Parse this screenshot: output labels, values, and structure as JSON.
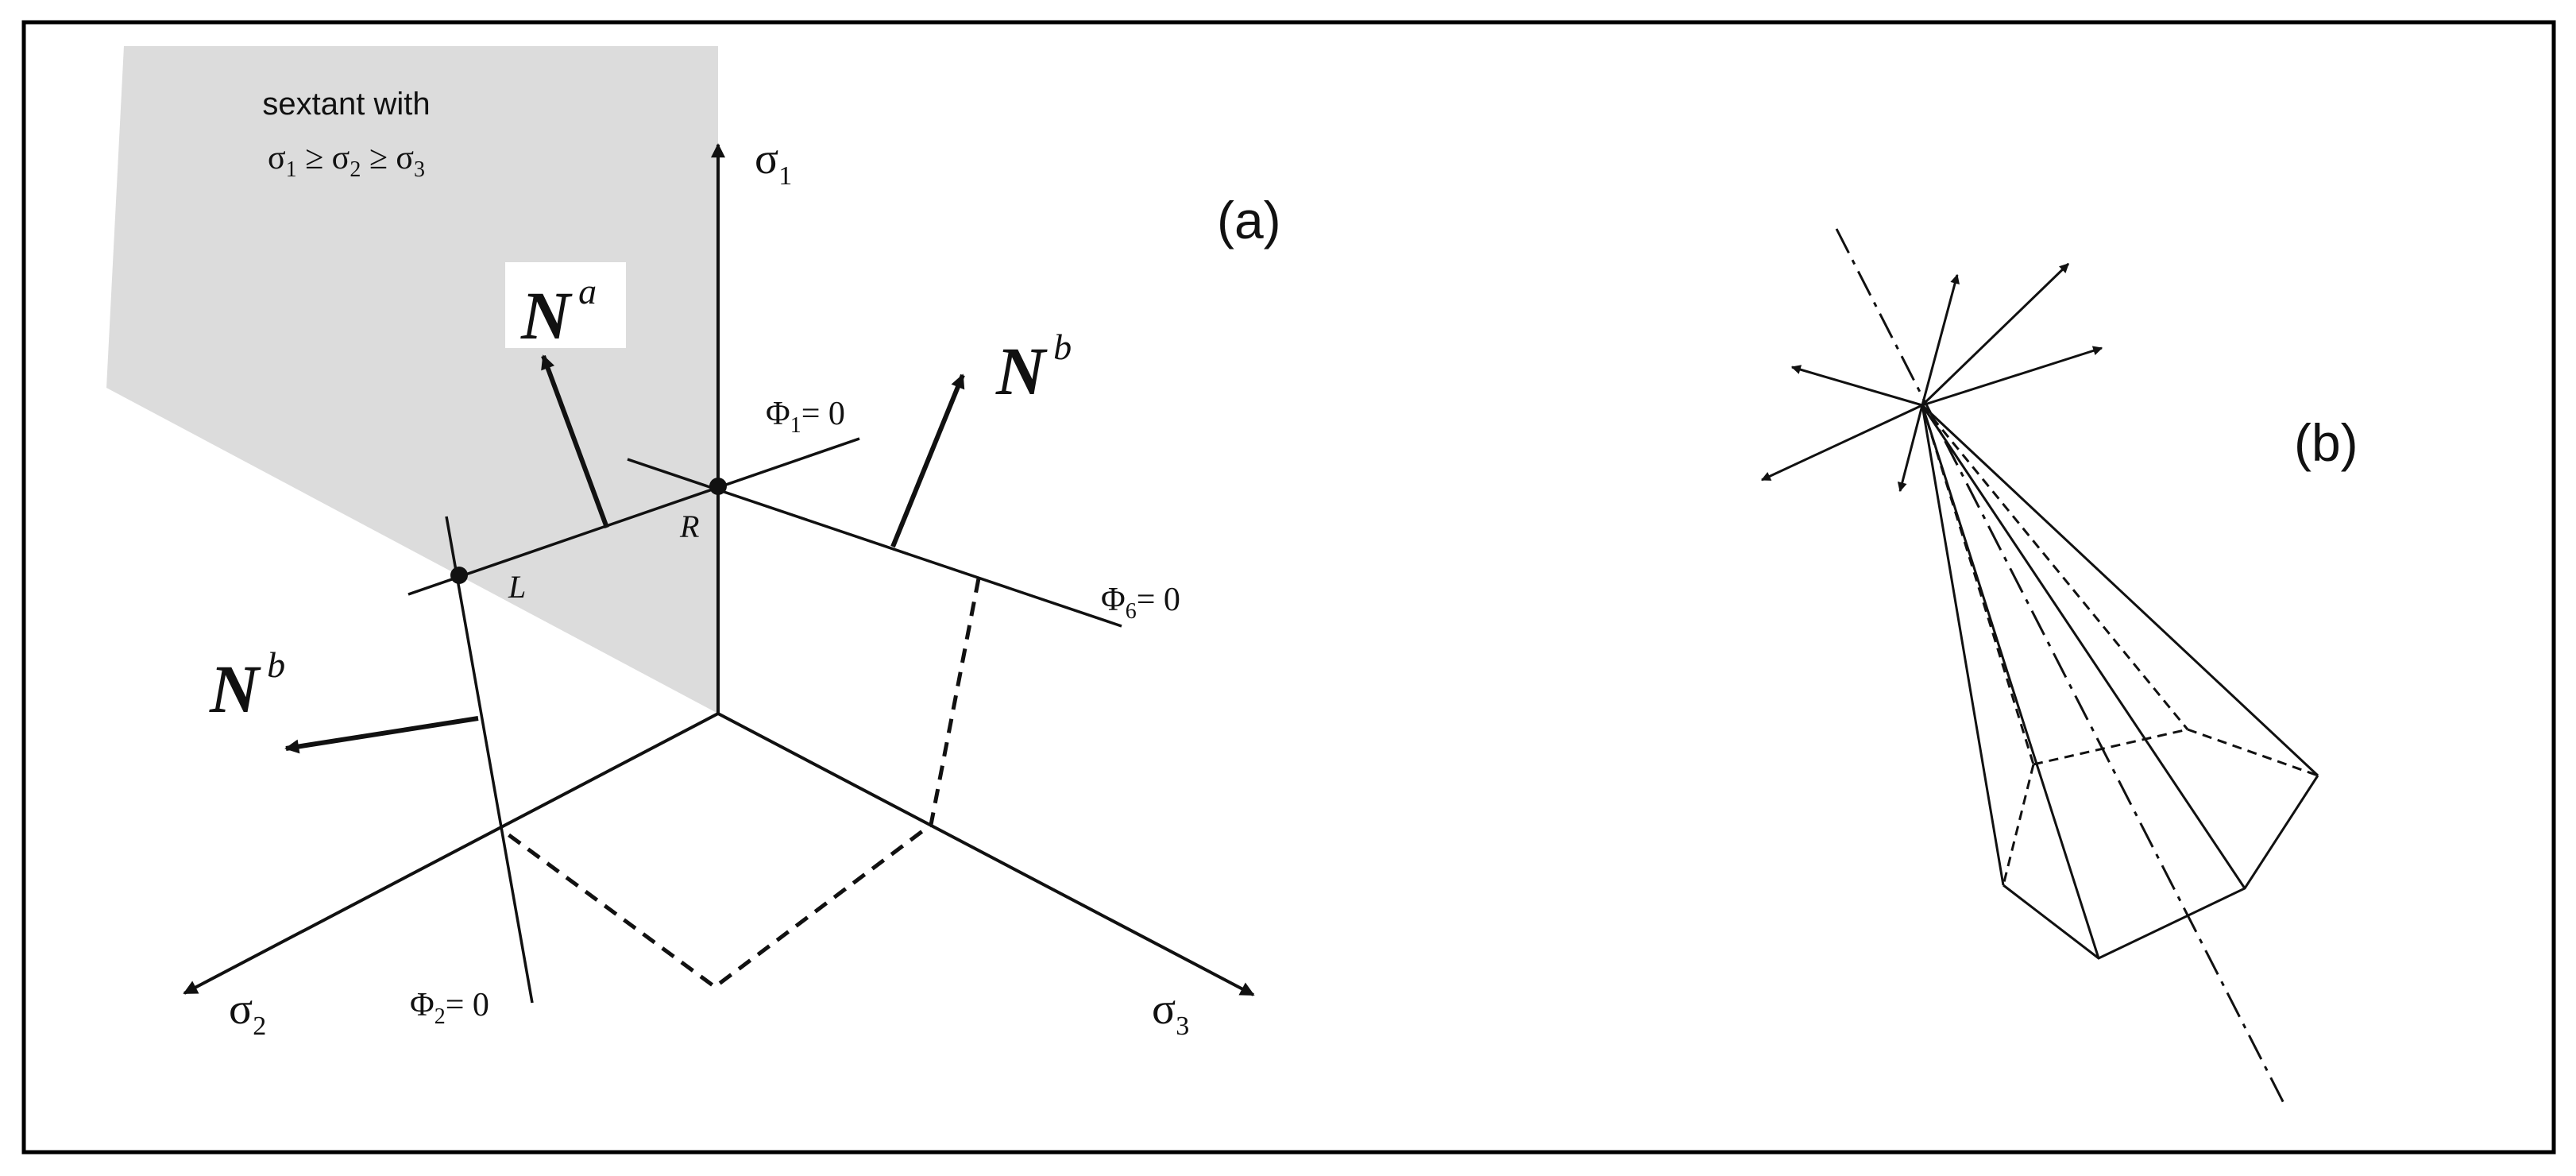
{
  "panel_a": {
    "label": "(a)",
    "sextant_line1": "sextant with",
    "sextant_line2": {
      "sym": "σ",
      "s1": "1",
      "ge": " ≥ ",
      "s2": "2",
      "s3": "3"
    },
    "axes": {
      "sym": "σ",
      "sigma1_sub": "1",
      "sigma2_sub": "2",
      "sigma3_sub": "3"
    },
    "normals": {
      "main": "N",
      "sup_a": "a",
      "sup_b": "b"
    },
    "points": {
      "R": "R",
      "L": "L"
    },
    "planes": {
      "phi": "Φ",
      "phi1_sub": "1",
      "phi2_sub": "2",
      "phi6_sub": "6",
      "eq_zero": "= 0"
    }
  },
  "panel_b": {
    "label": "(b)"
  },
  "colors": {
    "ink": "#111111",
    "sextant_fill": "#dcdcdc",
    "border": "#000000"
  }
}
